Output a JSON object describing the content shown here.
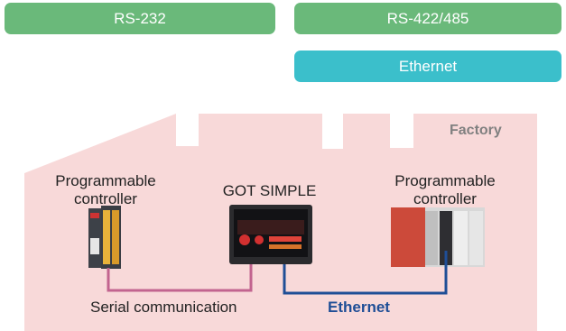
{
  "buttons": {
    "rs232": "RS-232",
    "rs422": "RS-422/485",
    "ethernet": "Ethernet"
  },
  "factory": {
    "label": "Factory"
  },
  "devices": {
    "plc_left": {
      "line1": "Programmable",
      "line2": "controller"
    },
    "got": {
      "label": "GOT SIMPLE"
    },
    "plc_right": {
      "line1": "Programmable",
      "line2": "controller"
    }
  },
  "connections": {
    "serial": "Serial communication",
    "ethernet": "Ethernet"
  },
  "colors": {
    "green": "#6ab97a",
    "teal": "#3bbfcb",
    "factory_bg": "#f8d9d9",
    "serial_line": "#c2648f",
    "ethernet_line": "#1f4e96"
  }
}
